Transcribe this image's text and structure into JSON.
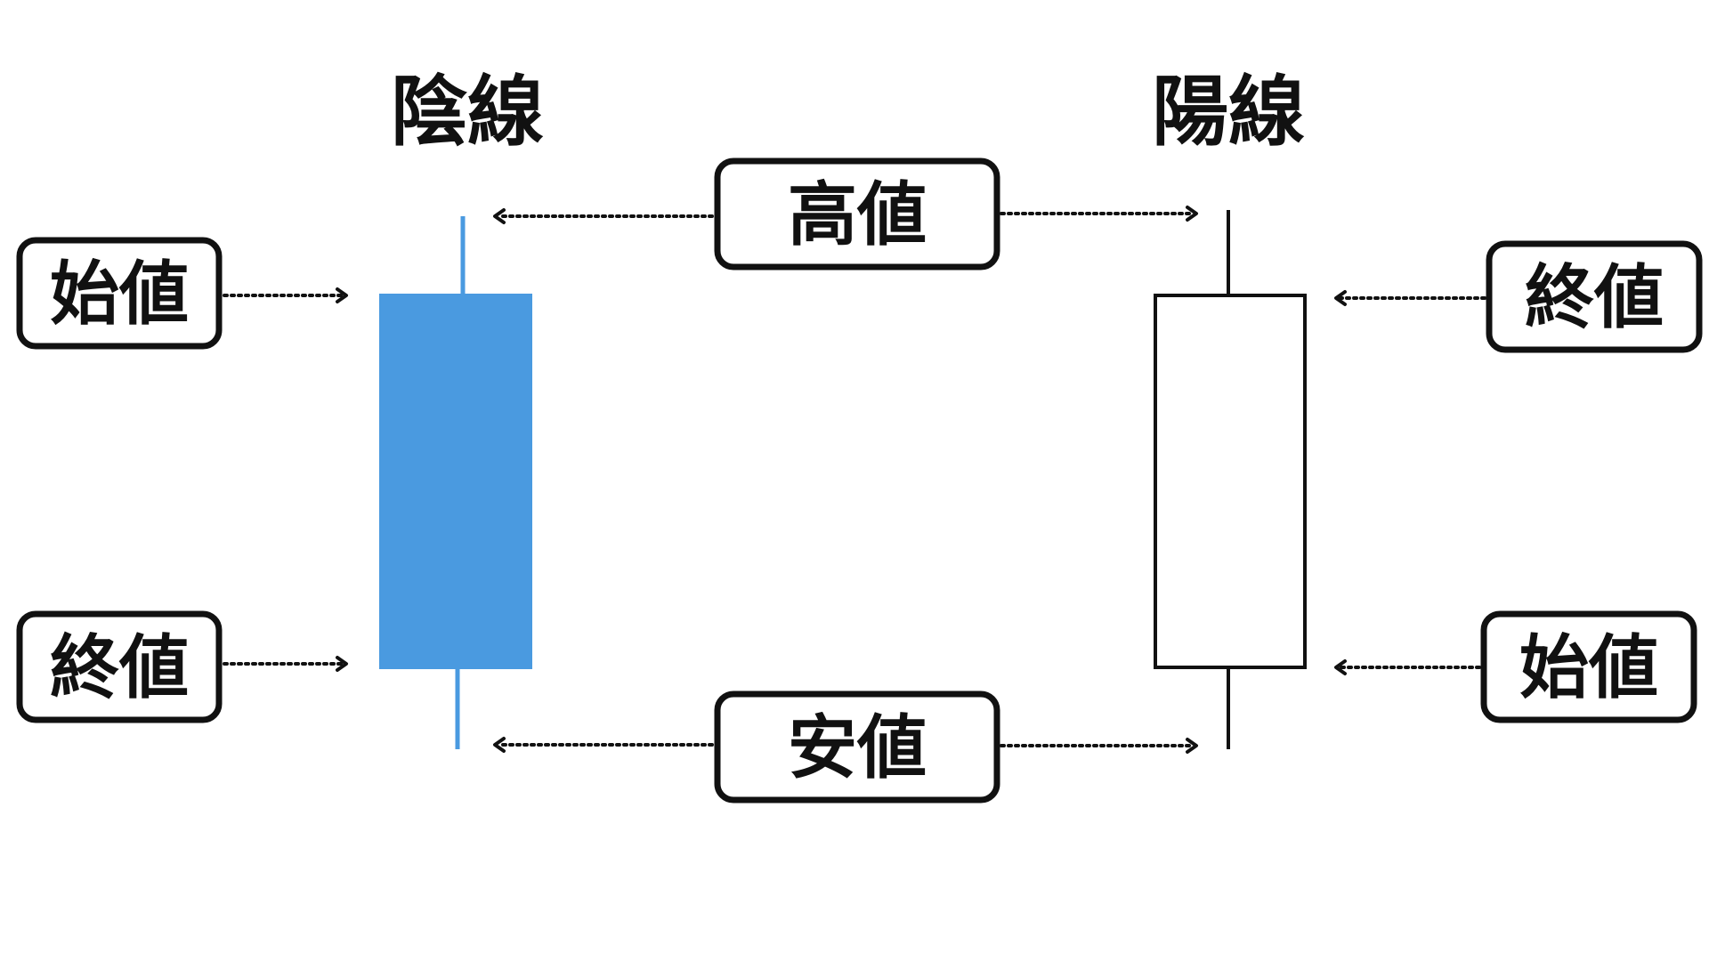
{
  "titles": {
    "bearish": "陰線",
    "bullish": "陽線"
  },
  "labels": {
    "high": "高値",
    "low": "安値",
    "bearish_open": "始値",
    "bearish_close": "終値",
    "bullish_close": "終値",
    "bullish_open": "始値"
  },
  "colors": {
    "bearish_body": "#4a9ae0",
    "bearish_wick": "#4a9ae0",
    "bullish_body_fill": "#ffffff",
    "bullish_outline": "#111111",
    "text": "#111111",
    "box_border": "#111111",
    "arrow": "#111111"
  }
}
